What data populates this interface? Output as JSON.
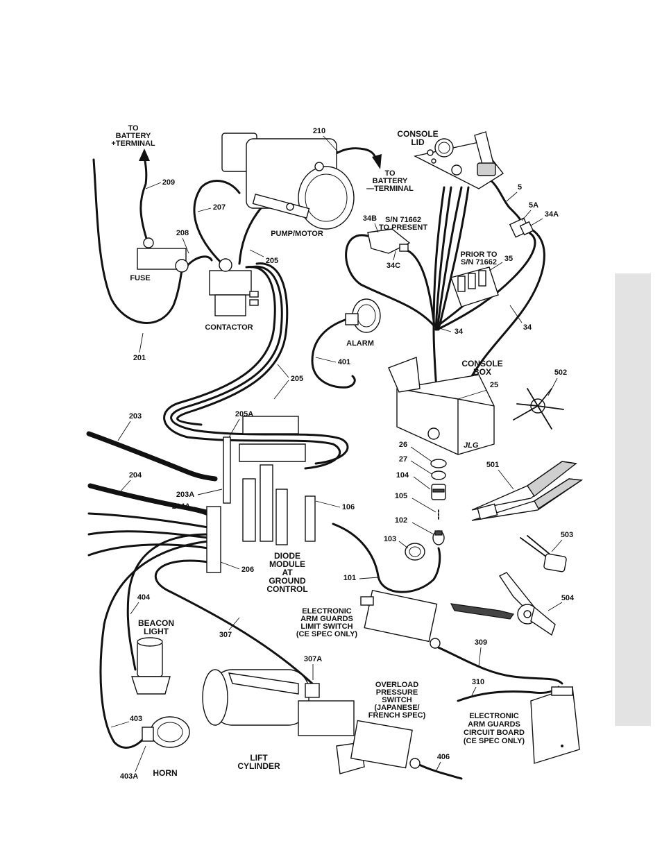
{
  "labels": {
    "to_battery_pos": [
      "TO",
      "BATTERY",
      "+TERMINAL"
    ],
    "to_battery_neg": [
      "TO",
      "BATTERY",
      "—TERMINAL"
    ],
    "console_lid": [
      "CONSOLE",
      "LID"
    ],
    "pump_motor": "PUMP/MOTOR",
    "fuse": "FUSE",
    "contactor": "CONTACTOR",
    "alarm": "ALARM",
    "sn_present": [
      "S/N 71662",
      "TO PRESENT"
    ],
    "prior_to": [
      "PRIOR TO",
      "S/N 71662"
    ],
    "console_box": [
      "CONSOLE",
      "BOX"
    ],
    "diode_module": [
      "DIODE",
      "MODULE",
      "AT",
      "GROUND",
      "CONTROL"
    ],
    "beacon_light": [
      "BEACON",
      "LIGHT"
    ],
    "horn": "HORN",
    "lift_cylinder": [
      "LIFT",
      "CYLINDER"
    ],
    "arm_guards_limit": [
      "ELECTRONIC",
      "ARM GUARDS",
      "LIMIT SWITCH",
      "(CE SPEC ONLY)"
    ],
    "overload_switch": [
      "OVERLOAD",
      "PRESSURE",
      "SWITCH",
      "(JAPANESE/",
      "FRENCH SPEC)"
    ],
    "arm_guards_board": [
      "ELECTRONIC",
      "ARM GUARDS",
      "CIRCUIT BOARD",
      "(CE SPEC ONLY)"
    ]
  },
  "callouts": {
    "c209": "209",
    "c210": "210",
    "c207": "207",
    "c208": "208",
    "c205a_top": "205",
    "c201": "201",
    "c5": "5",
    "c5a": "5A",
    "c34a": "34A",
    "c34b": "34B",
    "c34c": "34C",
    "c35": "35",
    "c34_left": "34",
    "c34_right": "34",
    "c401": "401",
    "c205_mid": "205",
    "c25": "25",
    "c502": "502",
    "c203": "203",
    "c205a": "205A",
    "c26": "26",
    "c27": "27",
    "c104": "104",
    "c501": "501",
    "c204": "204",
    "c203a": "203A",
    "c105": "105",
    "c106": "106",
    "c204a": "204A",
    "c102": "102",
    "c103": "103",
    "c503": "503",
    "c206": "206",
    "c101": "101",
    "c404": "404",
    "c504": "504",
    "c307": "307",
    "c309": "309",
    "c307a": "307A",
    "c310": "310",
    "c403": "403",
    "c403a": "403A",
    "c406": "406"
  },
  "brand": "JLG",
  "colors": {
    "ink": "#111111",
    "side_tab": "#e3e3e3",
    "grip": "#333333"
  }
}
